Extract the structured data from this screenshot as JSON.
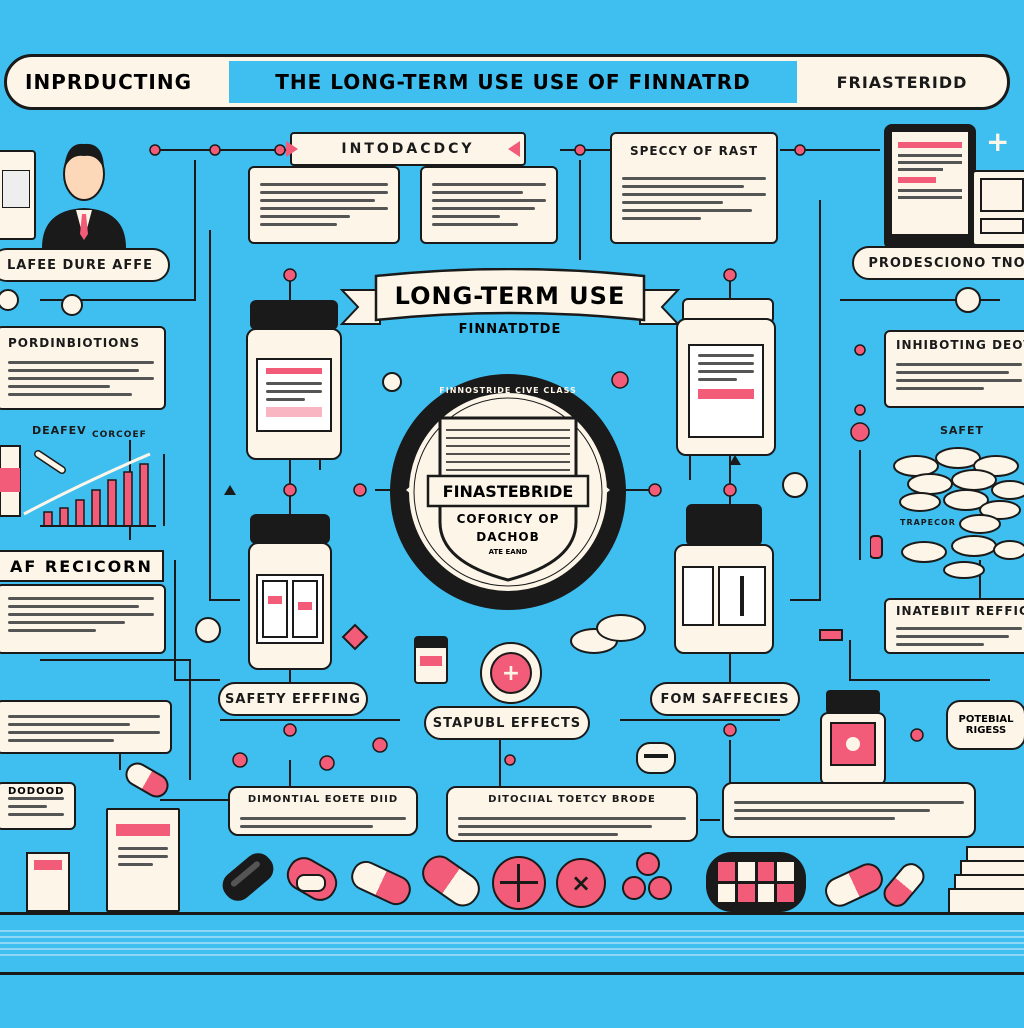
{
  "banner": {
    "left": "INPRDUCTING",
    "middle": "THE LONG-TERM USE USE OF FINNATRD",
    "right": "FRIASTERIDD"
  },
  "top_labels": {
    "intro": "INTODACDCY",
    "speccy": "SPECCY OF RAST"
  },
  "ribbon": {
    "title": "LONG-TERM USE",
    "subtitle": "FINNATDTDE"
  },
  "emblem": {
    "ring_text": "FINNOSTRIDE CIVE CLASS",
    "name": "FINASTEBRIDE",
    "line1": "COFORICY OP",
    "line2": "DACHOB",
    "line3": "ATE EAND"
  },
  "left_panel": {
    "label1": "LAFEE DURE AFFE",
    "title1": "PORDINBIOTIONS",
    "chart_title": "DEAFEV",
    "chart_label": "CORCOEF",
    "title2": "AF RECICORN"
  },
  "right_panel": {
    "label1": "PRODESCIONO TNO",
    "title1": "INHIBOTING DEOV",
    "pill_title": "SAFET",
    "pill_label": "TRAPECOR",
    "title2": "INATEBIIT REFFICI"
  },
  "mid_labels": {
    "safety": "SAFETY EFFFING",
    "stapubl": "STAPUBL EFFECTS",
    "fom": "FOM SAFFECIES",
    "potential": "POTEBIAL",
    "potential2": "RIGESS"
  },
  "bottom_labels": {
    "b1": "DIMONTIAL EOETE DIID",
    "b2": "DITOCIIAL TOETCY BRODE",
    "b3": "DODOOD"
  },
  "colors": {
    "background": "#3fbff0",
    "card": "#fdf6e8",
    "ink": "#1a1a1a",
    "accent": "#f25c78"
  }
}
